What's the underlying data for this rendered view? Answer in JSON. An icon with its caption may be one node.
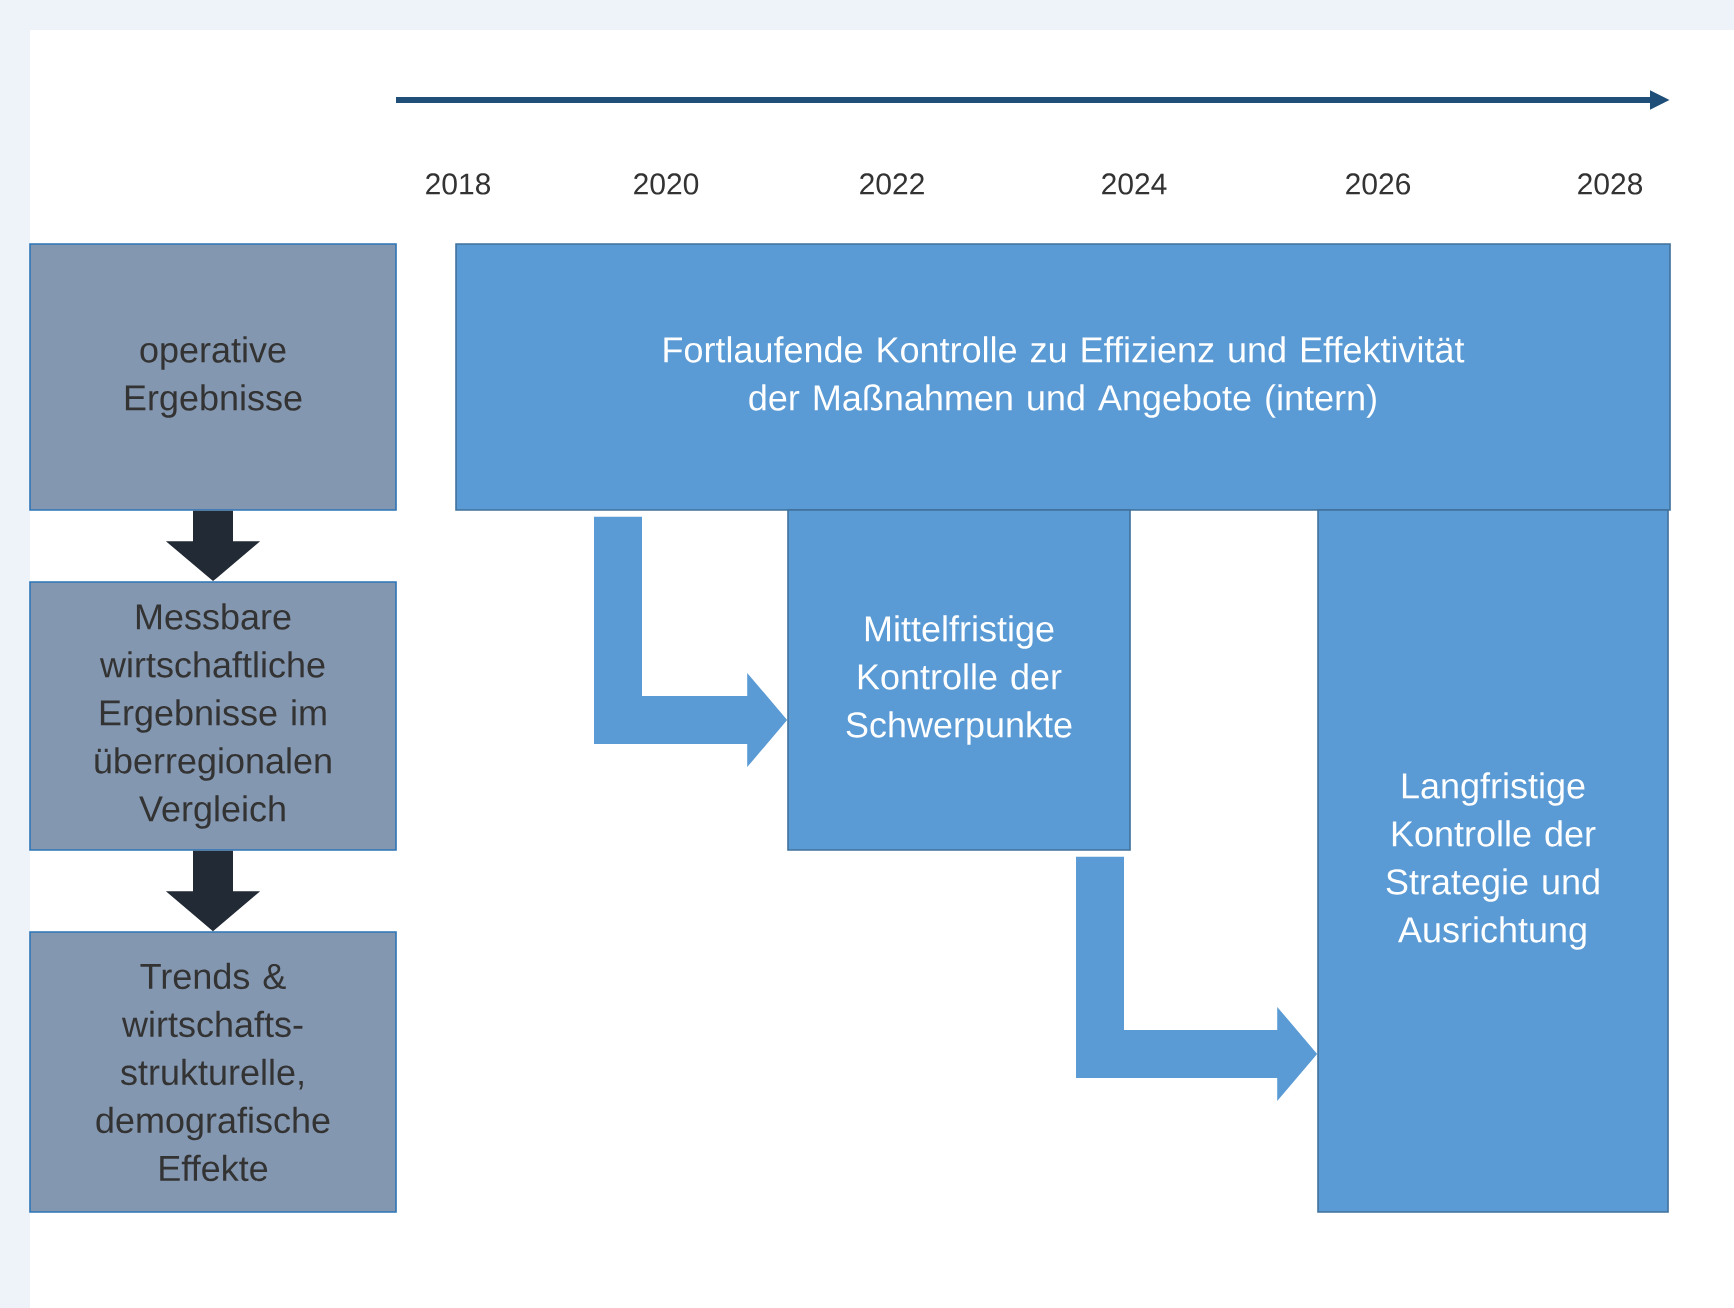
{
  "diagram": {
    "nodes": [
      {
        "text": [
          "operative Ergebnisse"
        ]
      },
      {
        "text": [
          "Messbare wirtschaftliche Ergebnisse im überregionalen Vergleich"
        ]
      },
      {
        "text": [
          "Trends & wirtschafts- strukturelle, demografische Effekte"
        ]
      },
      {
        "text": [
          "Fortlaufende Kontrolle zu Effizienz und Effektivität der Maßnahmen und Angebote (intern)"
        ]
      },
      {
        "text": [
          "Mittelfristige Kontrolle der Schwerpunkte"
        ]
      },
      {
        "text": [
          "Langfristige Kontrolle der Strategie und Ausrichtung"
        ]
      }
    ],
    "edges": [
      {
        "from": 0,
        "to": 1,
        "arrow": "to",
        "color": "#222a35"
      },
      {
        "from": 1,
        "to": 2,
        "arrow": "to",
        "color": "#222a35"
      },
      {
        "from": 3,
        "to": 4,
        "arrow": "to",
        "color": "#5b9bd5"
      },
      {
        "from": 4,
        "to": 5,
        "arrow": "to",
        "color": "#5b9bd5"
      }
    ],
    "labels": [
      "2018",
      "2020",
      "2022",
      "2024",
      "2026",
      "2028"
    ]
  }
}
